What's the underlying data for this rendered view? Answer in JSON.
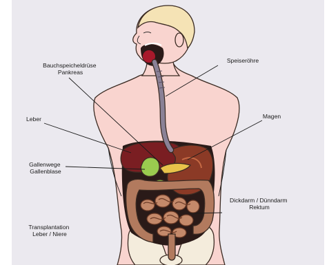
{
  "colors": {
    "background": "#ebe9ef",
    "skin": "#f9d4cf",
    "hair": "#f5e3b5",
    "liver": "#7a1e22",
    "stomach": "#8b3a26",
    "gallbladder": "#9acb4f",
    "esophagus": "#8a8196",
    "intestines": "#b27a5e",
    "cavity": "#2a1a18"
  },
  "labels": {
    "pancreas": [
      "Bauchspeicheldrüse",
      "Pankreas"
    ],
    "esophagus": [
      "Speiseröhre"
    ],
    "liver": [
      "Leber"
    ],
    "stomach": [
      "Magen"
    ],
    "bile": [
      "Gallenwege",
      "Gallenblase"
    ],
    "intestine": [
      "Dickdarm / Dünndarm",
      "Rektum"
    ],
    "transplant": [
      "Transplantation",
      "Leber / Niere"
    ]
  }
}
